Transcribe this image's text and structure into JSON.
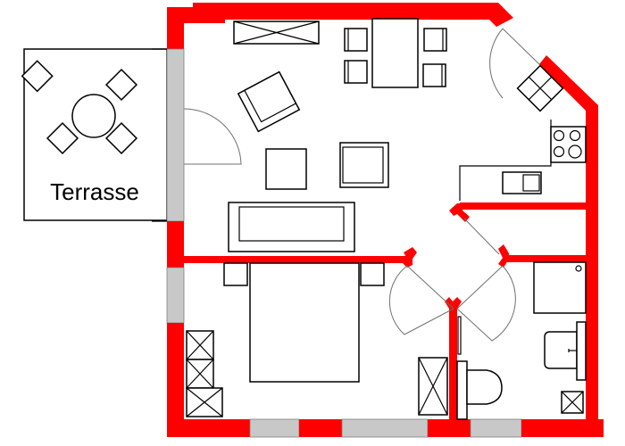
{
  "plan": {
    "labels": {
      "terrace": "Terrasse"
    },
    "colors": {
      "wall": "#ff0000",
      "window": "#c8c8c8",
      "line": "#000000",
      "door_swing": "#707070",
      "background": "#ffffff"
    },
    "rooms": [
      {
        "name": "terrace",
        "label": "Terrasse",
        "furniture": [
          "round-table",
          "chair",
          "chair",
          "chair",
          "chair"
        ]
      },
      {
        "name": "living-dining",
        "furniture": [
          "sideboard",
          "dining-table",
          "chair",
          "chair",
          "chair",
          "chair",
          "armchair",
          "armchair",
          "coffee-table",
          "sofa"
        ]
      },
      {
        "name": "kitchen",
        "furniture": [
          "stove-4-burners",
          "sink",
          "cabinet",
          "counter"
        ]
      },
      {
        "name": "bedroom",
        "furniture": [
          "double-bed",
          "nightstand",
          "nightstand",
          "wardrobe",
          "wardrobe"
        ]
      },
      {
        "name": "bathroom",
        "furniture": [
          "shower",
          "washbasin",
          "toilet",
          "cabinet"
        ]
      },
      {
        "name": "storage"
      }
    ]
  }
}
